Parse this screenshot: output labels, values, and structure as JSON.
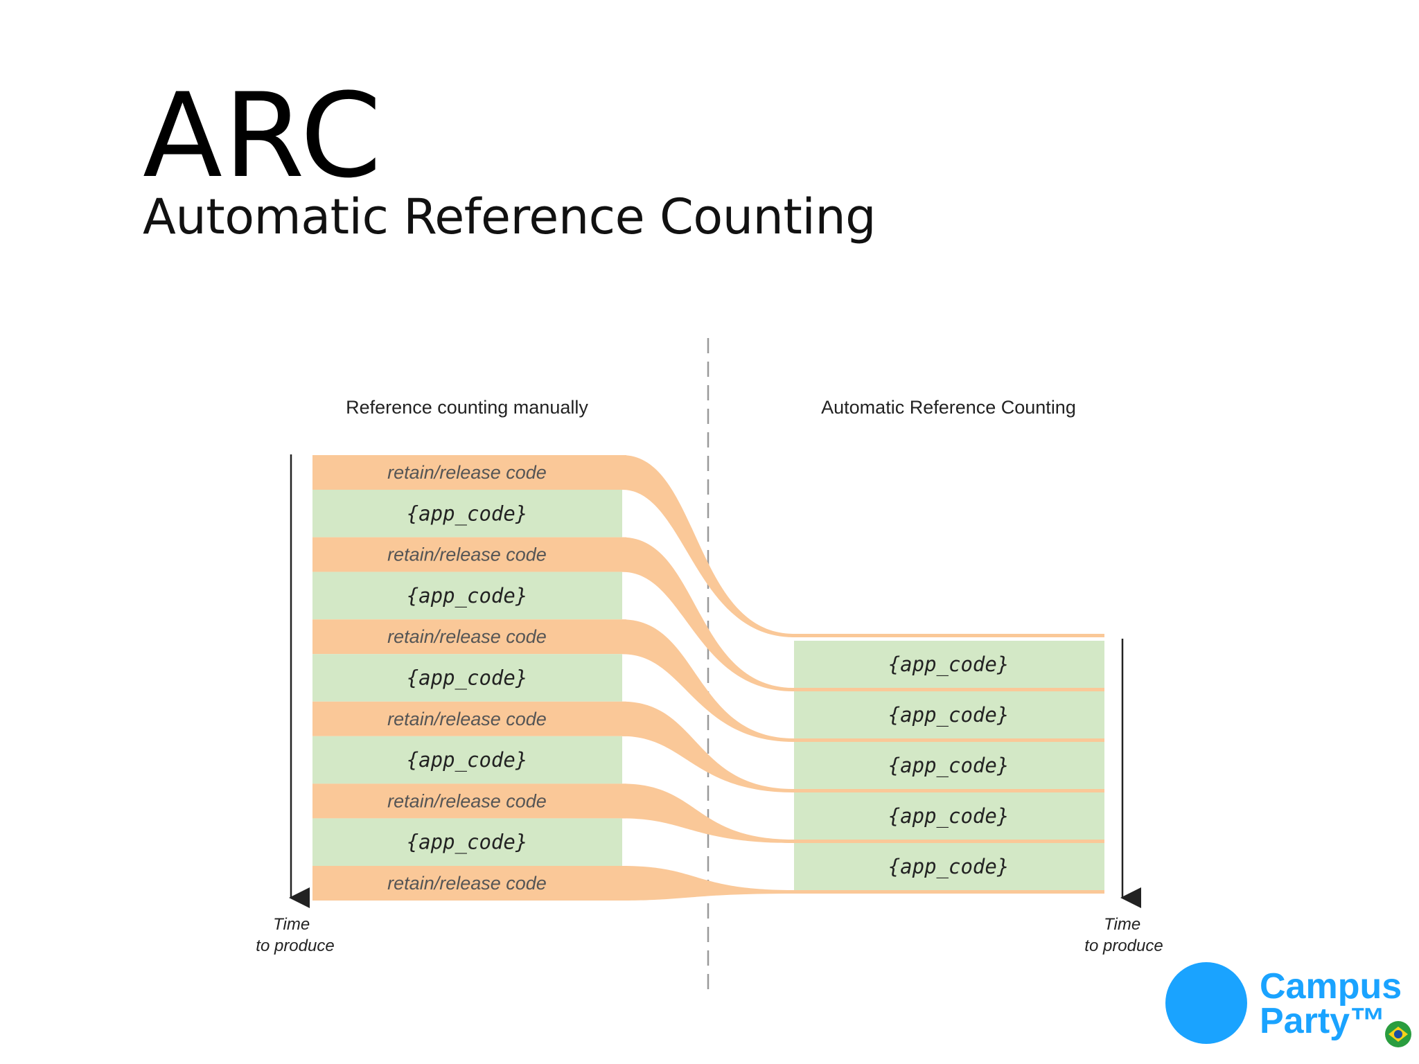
{
  "slide": {
    "title": "ARC",
    "subtitle": "Automatic Reference Counting"
  },
  "diagram": {
    "left_panel": {
      "heading": "Reference counting manually",
      "rows": [
        {
          "kind": "retain",
          "label": "retain/release code"
        },
        {
          "kind": "app",
          "label": "{app_code}"
        },
        {
          "kind": "retain",
          "label": "retain/release code"
        },
        {
          "kind": "app",
          "label": "{app_code}"
        },
        {
          "kind": "retain",
          "label": "retain/release code"
        },
        {
          "kind": "app",
          "label": "{app_code}"
        },
        {
          "kind": "retain",
          "label": "retain/release code"
        },
        {
          "kind": "app",
          "label": "{app_code}"
        },
        {
          "kind": "retain",
          "label": "retain/release code"
        },
        {
          "kind": "app",
          "label": "{app_code}"
        },
        {
          "kind": "retain",
          "label": "retain/release code"
        }
      ],
      "time_label": [
        "Time",
        "to produce"
      ]
    },
    "right_panel": {
      "heading": "Automatic Reference Counting",
      "rows": [
        "{app_code}",
        "{app_code}",
        "{app_code}",
        "{app_code}",
        "{app_code}"
      ],
      "time_label": [
        "Time",
        "to produce"
      ]
    },
    "colors": {
      "retain": "#fac898",
      "app": "#d3e8c6",
      "divider": "#999999"
    }
  },
  "logo": {
    "line1": "Campus",
    "line2": "Party™",
    "brand_color": "#1aa3ff"
  }
}
